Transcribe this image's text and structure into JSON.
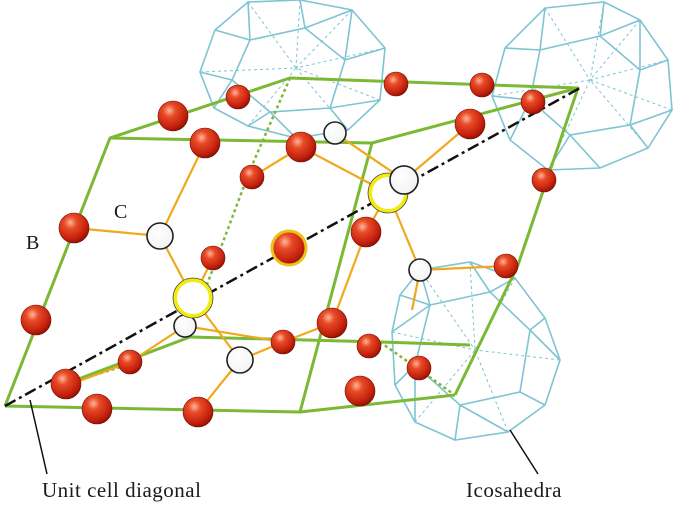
{
  "labels": {
    "boron": "B",
    "carbon": "C",
    "diagonal_caption": "Unit cell diagonal",
    "icosahedra_caption": "Icosahedra"
  },
  "colors": {
    "cell_edge": "#7bb834",
    "bond": "#f0a81c",
    "icosahedron": "#7fc4d3",
    "boron_atom": "#d63a1a",
    "carbon_atom": "#ffffff",
    "carbon_highlight": "#f3ea12",
    "diagonal": "#111111"
  }
}
